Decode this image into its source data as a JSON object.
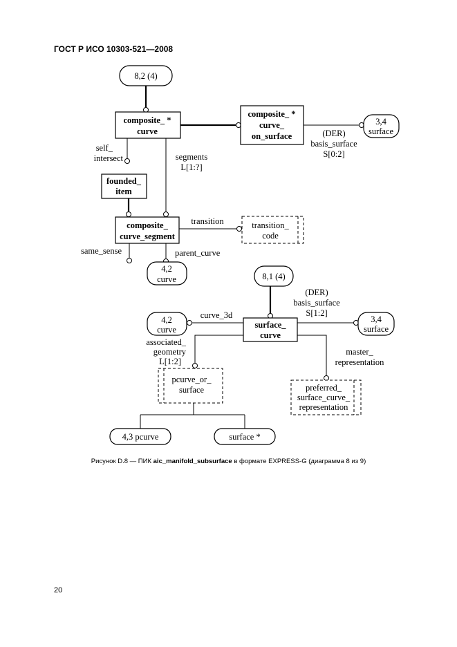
{
  "header": {
    "doc_id": "ГОСТ Р ИСО 10303-521—2008"
  },
  "diagram": {
    "ref_8_2": "8,2 (4)",
    "ref_8_1": "8,1 (4)",
    "composite_curve": [
      "composite_ *",
      "curve"
    ],
    "composite_curve_on_surface": [
      "composite_ *",
      "curve_",
      "on_surface"
    ],
    "ref_3_4_top": [
      "3,4",
      "surface"
    ],
    "der_basis_surface_top": [
      "(DER)",
      "basis_surface",
      "S[0:2]"
    ],
    "self_intersect": [
      "self_",
      "intersect"
    ],
    "segments": [
      "segments",
      "L[1:?]"
    ],
    "founded_item": [
      "founded_",
      "item"
    ],
    "composite_curve_segment": [
      "composite_",
      "curve_segment"
    ],
    "transition": "transition",
    "transition_code": [
      "transition_",
      "code"
    ],
    "same_sense": "same_sense",
    "parent_curve": "parent_curve",
    "ref_4_2_top": [
      "4,2",
      "curve"
    ],
    "der_basis_surface_bottom": [
      "(DER)",
      "basis_surface",
      "S[1:2]"
    ],
    "ref_4_2_bottom": [
      "4,2",
      "curve"
    ],
    "curve_3d": "curve_3d",
    "surface_curve": [
      "surface_",
      "curve"
    ],
    "ref_3_4_bottom": [
      "3,4",
      "surface"
    ],
    "associated_geometry": [
      "associated_",
      "geometry",
      "L[1:2]"
    ],
    "master_representation": [
      "master_",
      "representation"
    ],
    "pcurve_or_surface": [
      "pcurve_or_",
      "surface"
    ],
    "preferred_surface_curve_representation": [
      "preferred_",
      "surface_curve_",
      "representation"
    ],
    "ref_4_3_pcurve": "4,3 pcurve",
    "surface_star": "surface *"
  },
  "caption": {
    "prefix": "Рисунок D.8 — ПИК ",
    "bold": "aic_manifold_subsurface",
    "suffix": " в формате EXPRESS-G (диаграмма 8 из 9)"
  },
  "footer": {
    "page_number": "20"
  }
}
